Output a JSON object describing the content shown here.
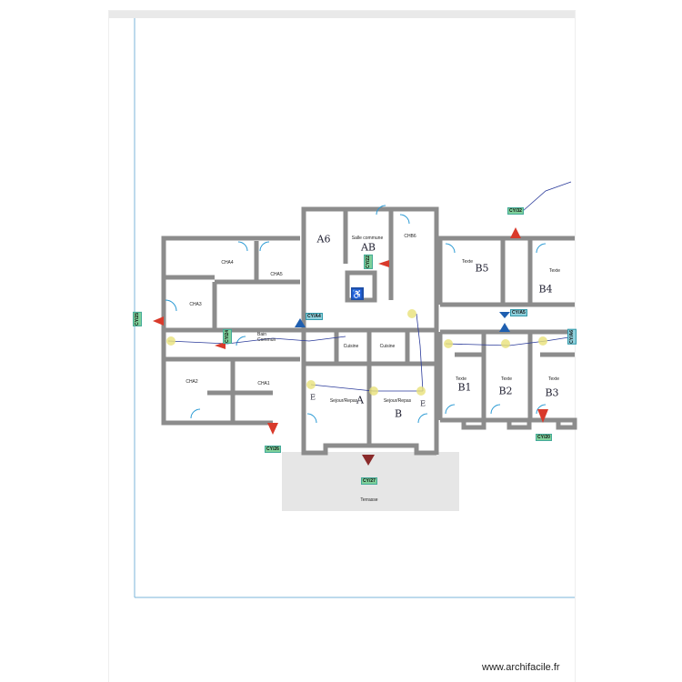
{
  "rooms": {
    "cha4": "CHA4",
    "cha5": "CHA5",
    "cha3": "CHA3",
    "cha2": "CHA2",
    "cha1": "CHA1",
    "salle_commune": "Salle commune",
    "chb6": "CHB6",
    "bain_commun": "Bain Commun",
    "cuisine_a": "Cuisine",
    "cuisine_b": "Cuisine",
    "sejour_a": "Sejour/Repas",
    "sejour_b": "Sejour/Repas",
    "texte_b5": "Texte",
    "texte_b4": "Texte",
    "texte_b1": "Texte",
    "texte_b2": "Texte",
    "texte_b3": "Texte",
    "terrasse": "Terrasse"
  },
  "handwritten": {
    "a6": "A6",
    "ab": "AB",
    "a": "A",
    "b": "B",
    "b5": "B5",
    "b4": "B4",
    "b1": "B1",
    "b2": "B2",
    "b3": "B3",
    "e1": "E",
    "e2": "E"
  },
  "markers": {
    "cy25": "CY/25",
    "cy22": "CY/22",
    "cy24": "CY/24",
    "cya4": "CY/A4",
    "cya5": "CY/A5",
    "cy32": "CY/32",
    "cy26": "CY/26",
    "cy27": "CY/27",
    "cy20": "CY/20",
    "cya6": "CY/A6"
  },
  "colors": {
    "wall": "#8c8c8c",
    "door": "#2a9ad4",
    "marker_red": "#d93a2b",
    "marker_blue": "#1f5fb0",
    "tag_green": "#7ed09a",
    "terrace": "#e6e6e6"
  },
  "watermark": "www.archifacile.fr"
}
